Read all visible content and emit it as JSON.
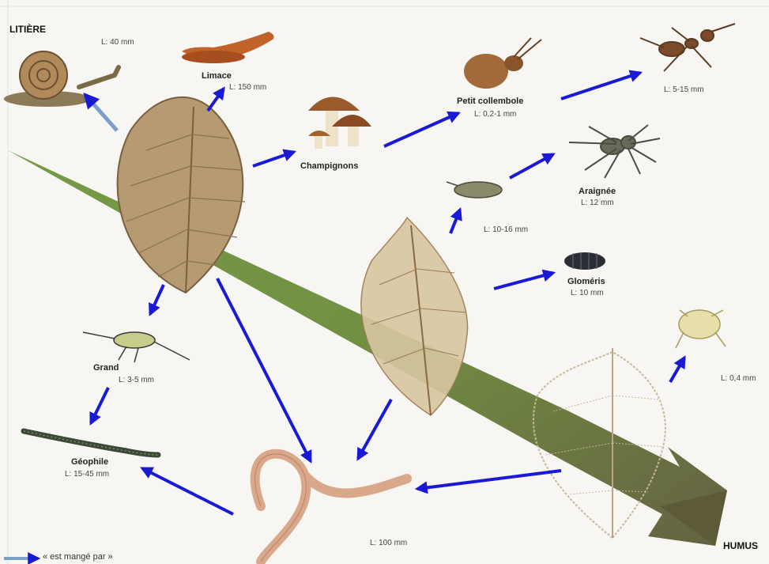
{
  "corner_labels": {
    "top": "LITIÈRE",
    "bottom": "HUMUS"
  },
  "organisms": {
    "escargot": {
      "name": "",
      "size": "L: 40 mm"
    },
    "limace": {
      "name": "Limace",
      "size": "L: 150 mm"
    },
    "champignons": {
      "name": "Champignons",
      "size": ""
    },
    "petit_collembole": {
      "name": "Petit collembole",
      "size": "L: 0,2-1 mm"
    },
    "fourmi": {
      "name": "",
      "size": "L: 5-15 mm"
    },
    "araignee": {
      "name": "Araignée",
      "size": "L: 12 mm"
    },
    "cloporte": {
      "name": "",
      "size": "L: 10-16 mm"
    },
    "glomeris": {
      "name": "Gloméris",
      "size": "L: 10 mm"
    },
    "acarien": {
      "name": "",
      "size": "L: 0,4 mm"
    },
    "grand_collembole": {
      "name": "Grand",
      "size": "L: 3-5 mm"
    },
    "geophile": {
      "name": "Géophile",
      "size": "L: 15-45 mm"
    },
    "ver": {
      "name": "",
      "size": "L: 100 mm"
    }
  },
  "legend": {
    "text": "« est mangé par »"
  },
  "colors": {
    "arrow": "#1a1ad6",
    "band_top": "#6f9a3e",
    "band_bottom": "#5d5a38",
    "legend_arrow": "#7aa0c8"
  }
}
